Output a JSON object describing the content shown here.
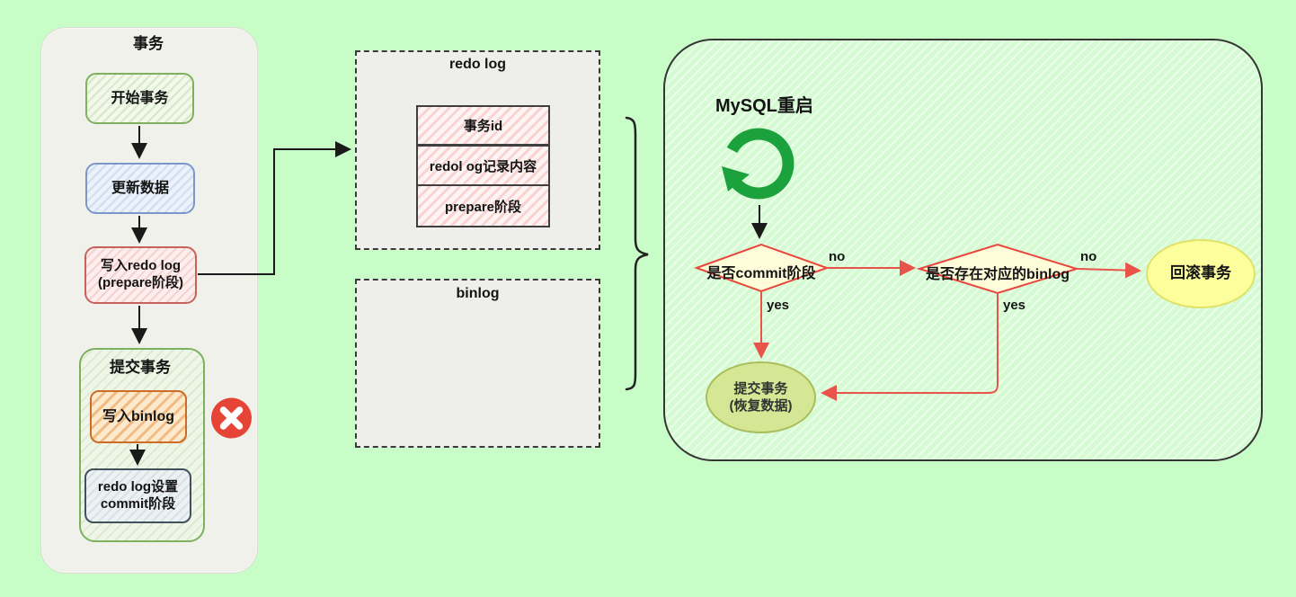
{
  "panels": {
    "transaction": {
      "title": "事务",
      "nodes": {
        "start": "开始事务",
        "update": "更新数据",
        "write_redo_line1": "写入redo log",
        "write_redo_line2": "(prepare阶段)",
        "commit_group_title": "提交事务",
        "write_binlog": "写入binlog",
        "commit_set_line1": "redo log设置",
        "commit_set_line2": "commit阶段"
      },
      "error_icon": "x-circle"
    },
    "redo_log": {
      "title": "redo log",
      "rows": [
        "事务id",
        "redol og记录内容",
        "prepare阶段"
      ]
    },
    "binlog": {
      "title": "binlog"
    },
    "restart": {
      "title": "MySQL重启",
      "icon": "restart-circular-arrow",
      "decisions": {
        "commit_phase": "是否commit阶段",
        "binlog_exists": "是否存在对应的binlog"
      },
      "labels": {
        "no1": "no",
        "yes1": "yes",
        "no2": "no",
        "yes2": "yes"
      },
      "outcomes": {
        "rollback": "回滚事务",
        "commit_line1": "提交事务",
        "commit_line2": "(恢复数据)"
      }
    }
  },
  "colors": {
    "page_background": "#c9fdc7",
    "panel_gray": "#eff1ea",
    "restart_panel_green": "#d5fbd2",
    "node_green_border": "#7eb15e",
    "node_blue_border": "#7b97c9",
    "node_red_border": "#c5625c",
    "node_orange_border": "#cb6c27",
    "node_gray_border": "#42525b",
    "diamond_fill": "#fffcd9",
    "diamond_border": "#e8473d",
    "flow_red": "#e8544a",
    "ellipse_yellow": "#fdff9c",
    "ellipse_green": "#d5e794",
    "error_red": "#e54437",
    "refresh_green": "#1ca23c"
  }
}
